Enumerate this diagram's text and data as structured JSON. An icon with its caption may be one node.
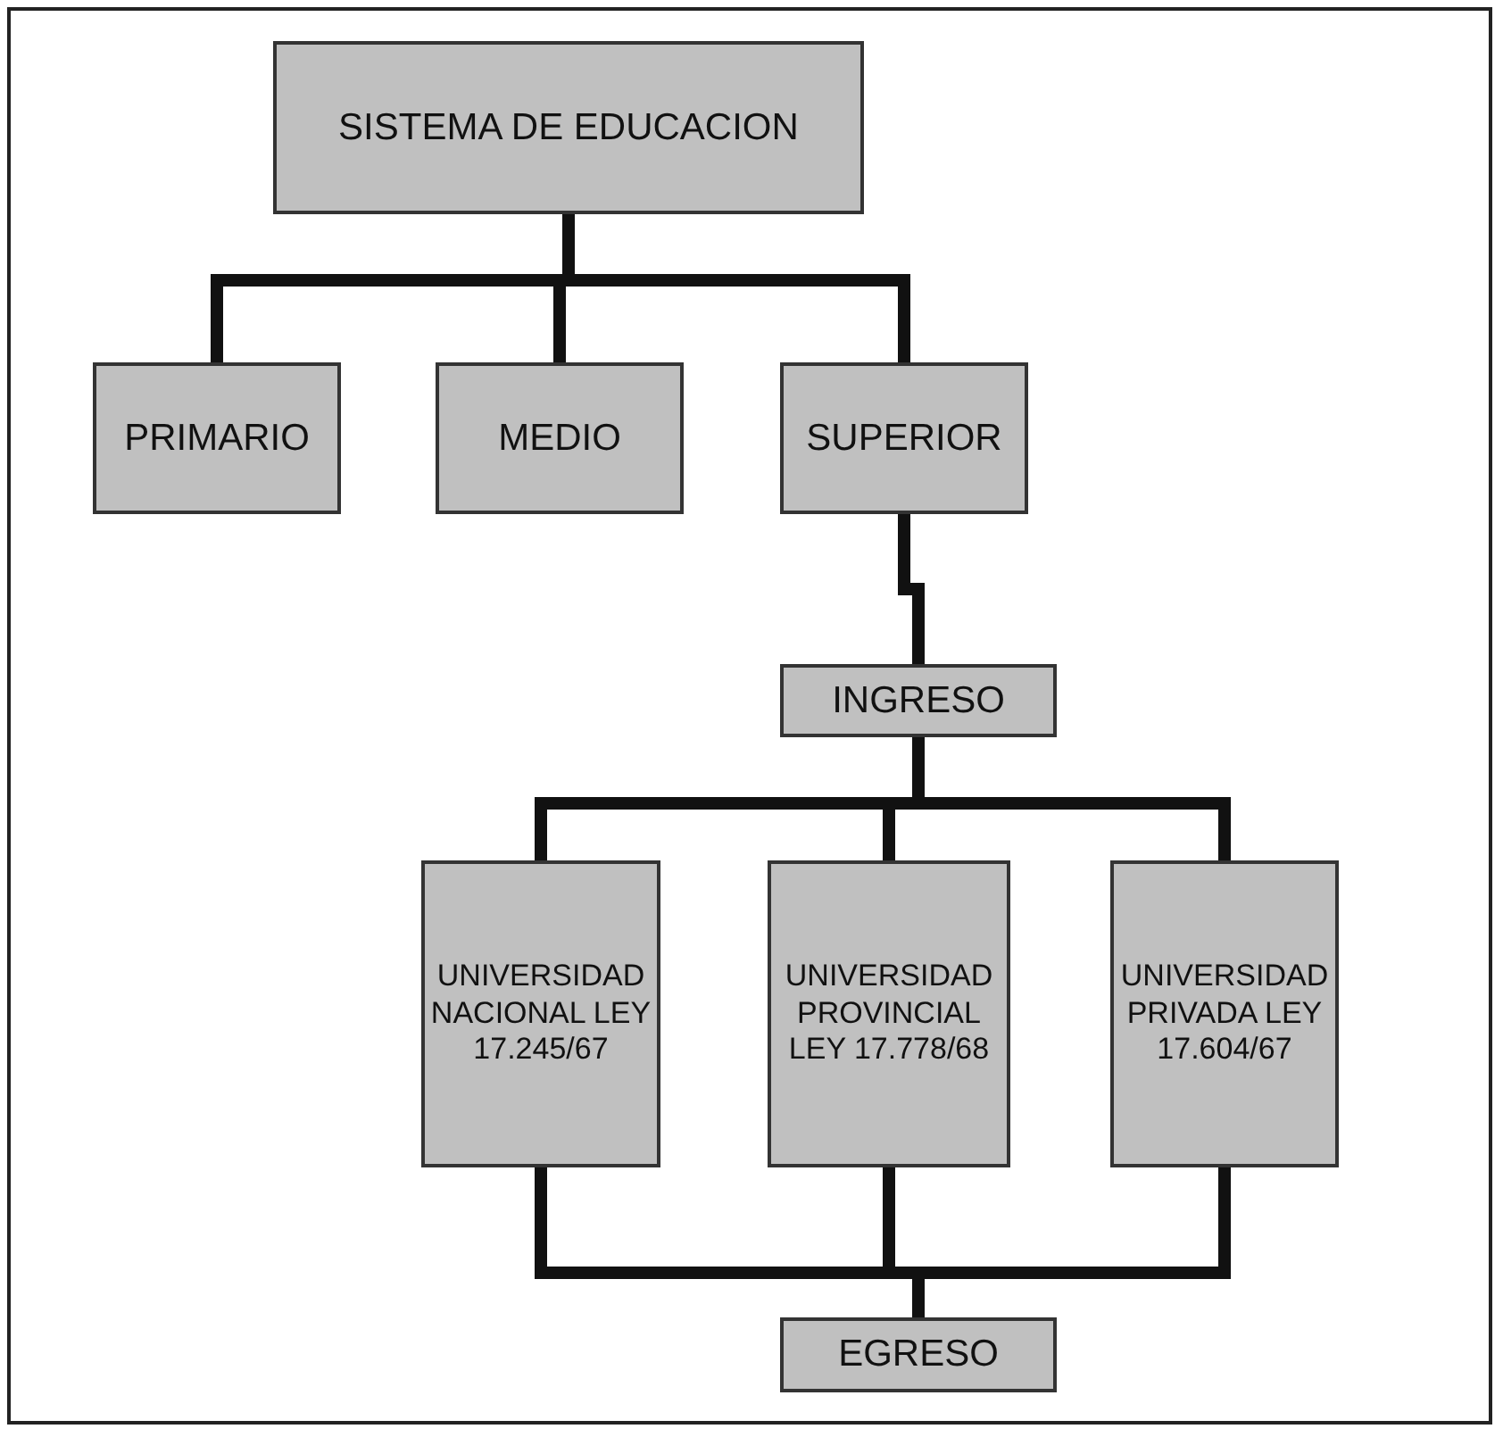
{
  "diagram": {
    "nodes": [
      {
        "text": [
          "SISTEMA DE EDUCACION"
        ]
      },
      {
        "text": [
          "PRIMARIO"
        ]
      },
      {
        "text": [
          "MEDIO"
        ]
      },
      {
        "text": [
          "SUPERIOR"
        ]
      },
      {
        "text": [
          "INGRESO"
        ]
      },
      {
        "text": [
          "UNIVERSIDAD NACIONAL LEY 17.245/67"
        ]
      },
      {
        "text": [
          "UNIVERSIDAD PROVINCIAL LEY 17.778/68"
        ]
      },
      {
        "text": [
          "UNIVERSIDAD PRIVADA LEY 17.604/67"
        ]
      },
      {
        "text": [
          "EGRESO"
        ]
      }
    ],
    "edges": [
      {
        "from": 0,
        "to": 1,
        "arrow": "none"
      },
      {
        "from": 0,
        "to": 2,
        "arrow": "none"
      },
      {
        "from": 0,
        "to": 3,
        "arrow": "none"
      },
      {
        "from": 3,
        "to": 4,
        "arrow": "none"
      },
      {
        "from": 4,
        "to": 5,
        "arrow": "none"
      },
      {
        "from": 4,
        "to": 6,
        "arrow": "none"
      },
      {
        "from": 4,
        "to": 7,
        "arrow": "none"
      },
      {
        "from": 5,
        "to": 8,
        "arrow": "none"
      },
      {
        "from": 6,
        "to": 8,
        "arrow": "none"
      },
      {
        "from": 7,
        "to": 8,
        "arrow": "none"
      }
    ]
  }
}
